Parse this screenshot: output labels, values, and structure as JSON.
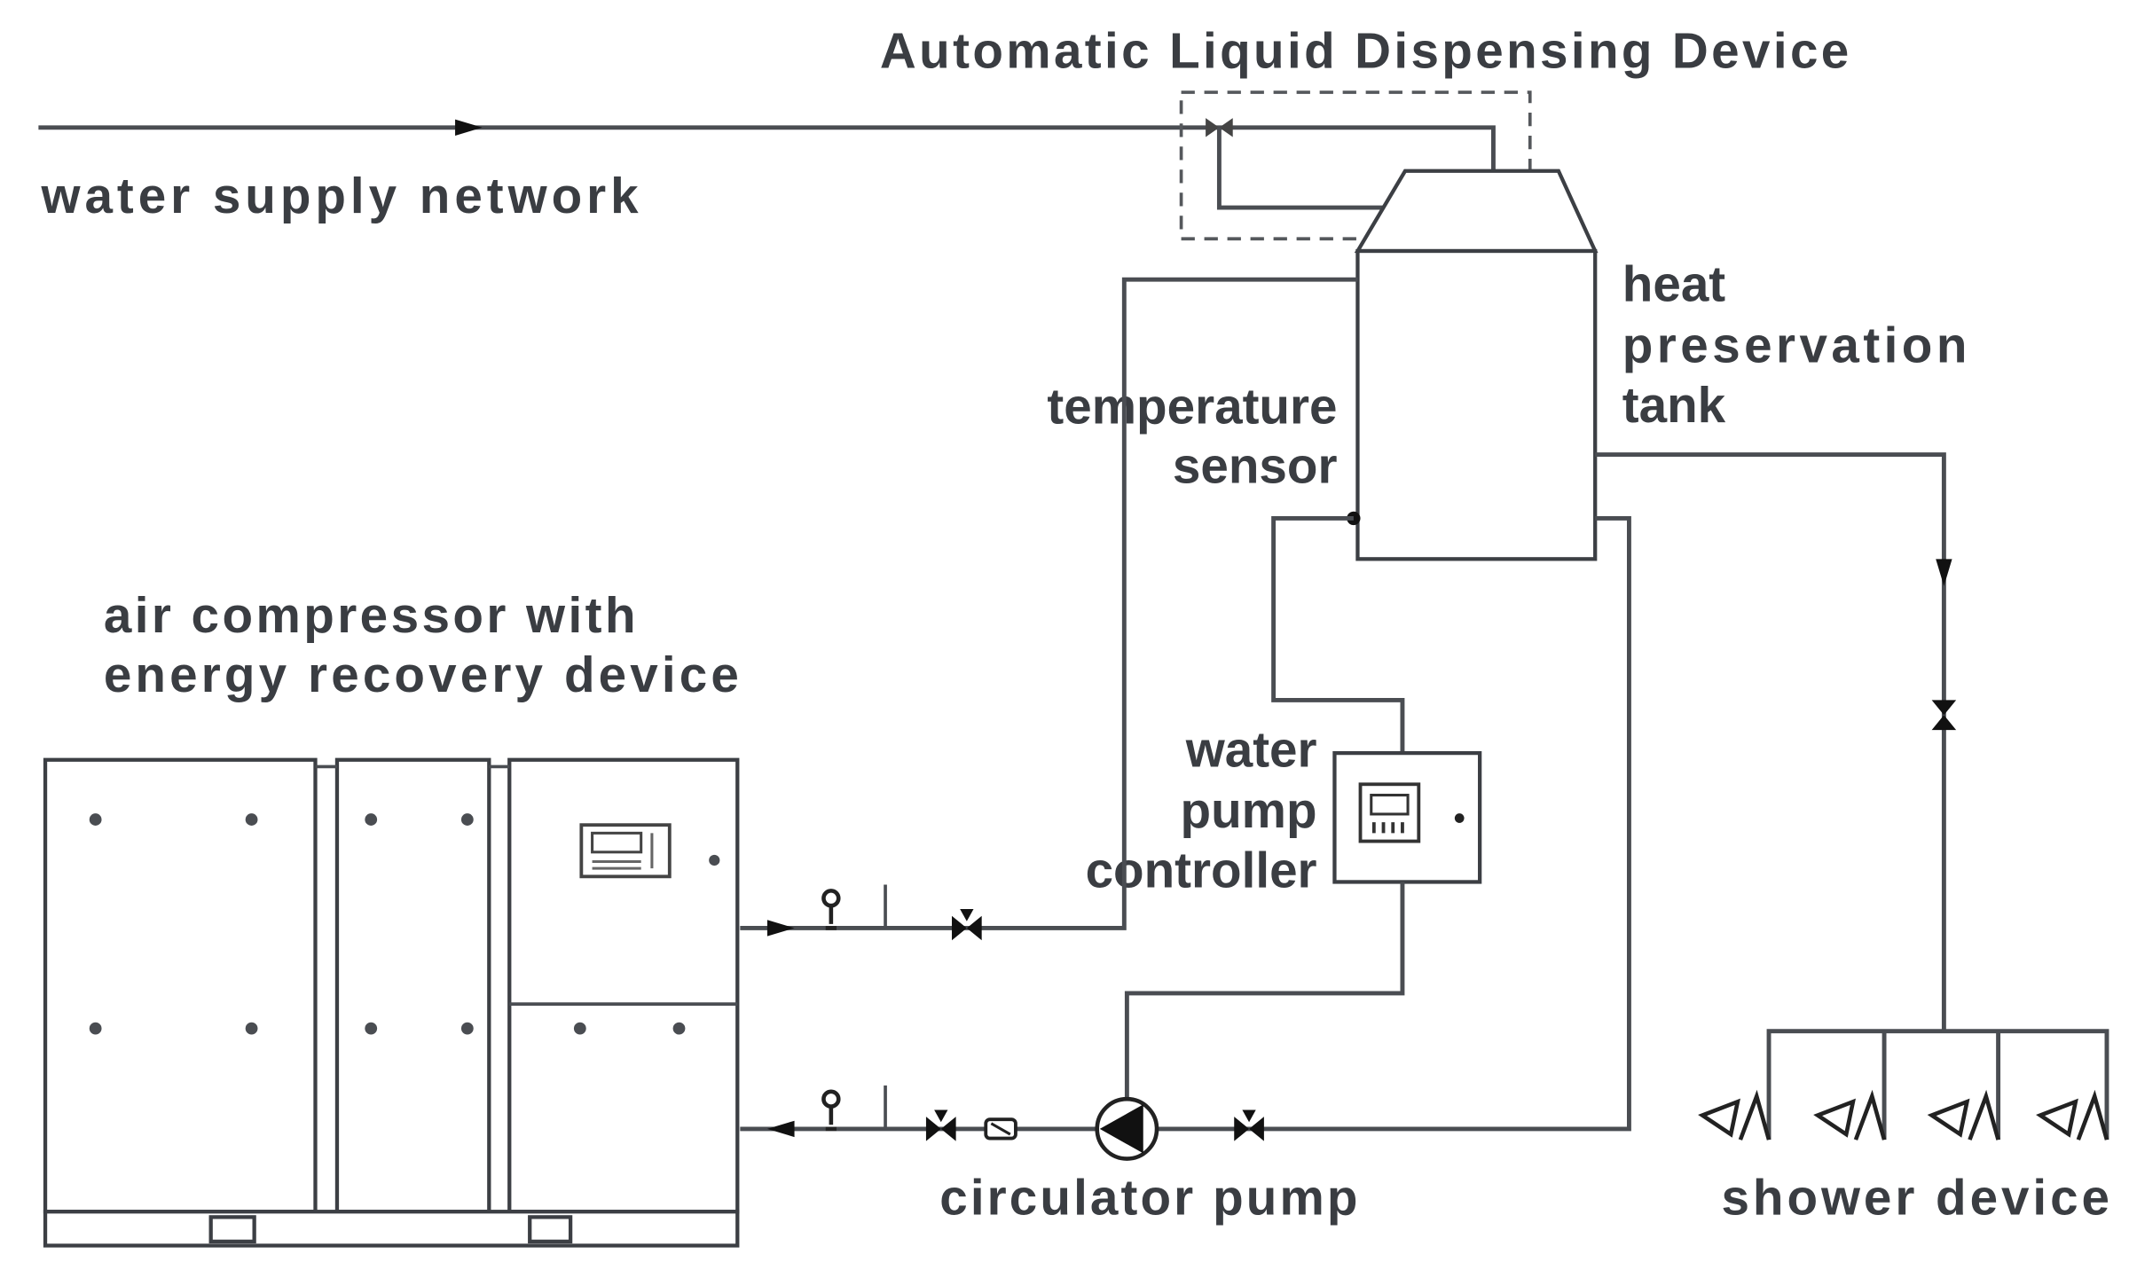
{
  "diagram": {
    "title": "Automatic Liquid Dispensing Device",
    "labels": {
      "water_supply": "water supply network",
      "tank": [
        "heat",
        "preservation",
        "tank"
      ],
      "sensor": [
        "temperature",
        "sensor"
      ],
      "compressor": [
        "air compressor with",
        "energy recovery device"
      ],
      "controller": [
        "water",
        "pump",
        "controller"
      ],
      "pump": "circulator pump",
      "shower": "shower device"
    },
    "colors": {
      "line": "#4a4d52",
      "text": "#3a3d42",
      "valve": "#111111"
    }
  }
}
